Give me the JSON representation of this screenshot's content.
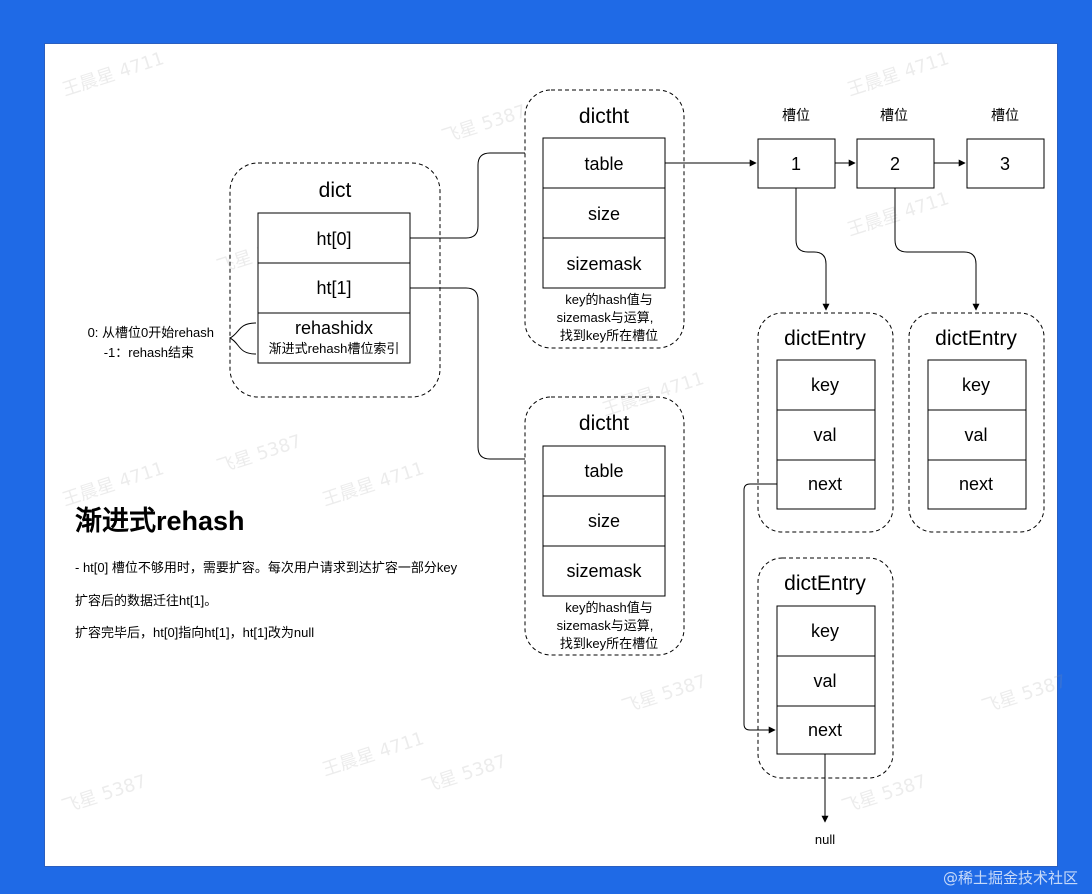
{
  "dict": {
    "title": "dict",
    "ht0": "ht[0]",
    "ht1": "ht[1]",
    "rehashidx": "rehashidx",
    "rehashidx_note": "渐进式rehash槽位索引"
  },
  "rehash_note": {
    "line1": "0: 从槽位0开始rehash",
    "line2": "-1：rehash结束"
  },
  "dictht": {
    "title": "dictht",
    "fields": [
      "table",
      "size",
      "sizemask"
    ],
    "note": [
      "key的hash值与",
      "sizemask与运算,",
      "找到key所在槽位"
    ]
  },
  "slots": {
    "label": "槽位",
    "values": [
      "1",
      "2",
      "3"
    ]
  },
  "dictEntry": {
    "title": "dictEntry",
    "fields": [
      "key",
      "val",
      "next"
    ]
  },
  "null_label": "null",
  "heading": "渐进式rehash",
  "paragraphs": [
    "- ht[0] 槽位不够用时，需要扩容。每次用户请求到达扩容一部分key",
    "扩容后的数据迁往ht[1]。",
    "扩容完毕后，ht[0]指向ht[1]，ht[1]改为null"
  ],
  "watermarks": [
    "王晨星 4711",
    "飞星 5387"
  ],
  "site_watermark": "@稀土掘金技术社区"
}
